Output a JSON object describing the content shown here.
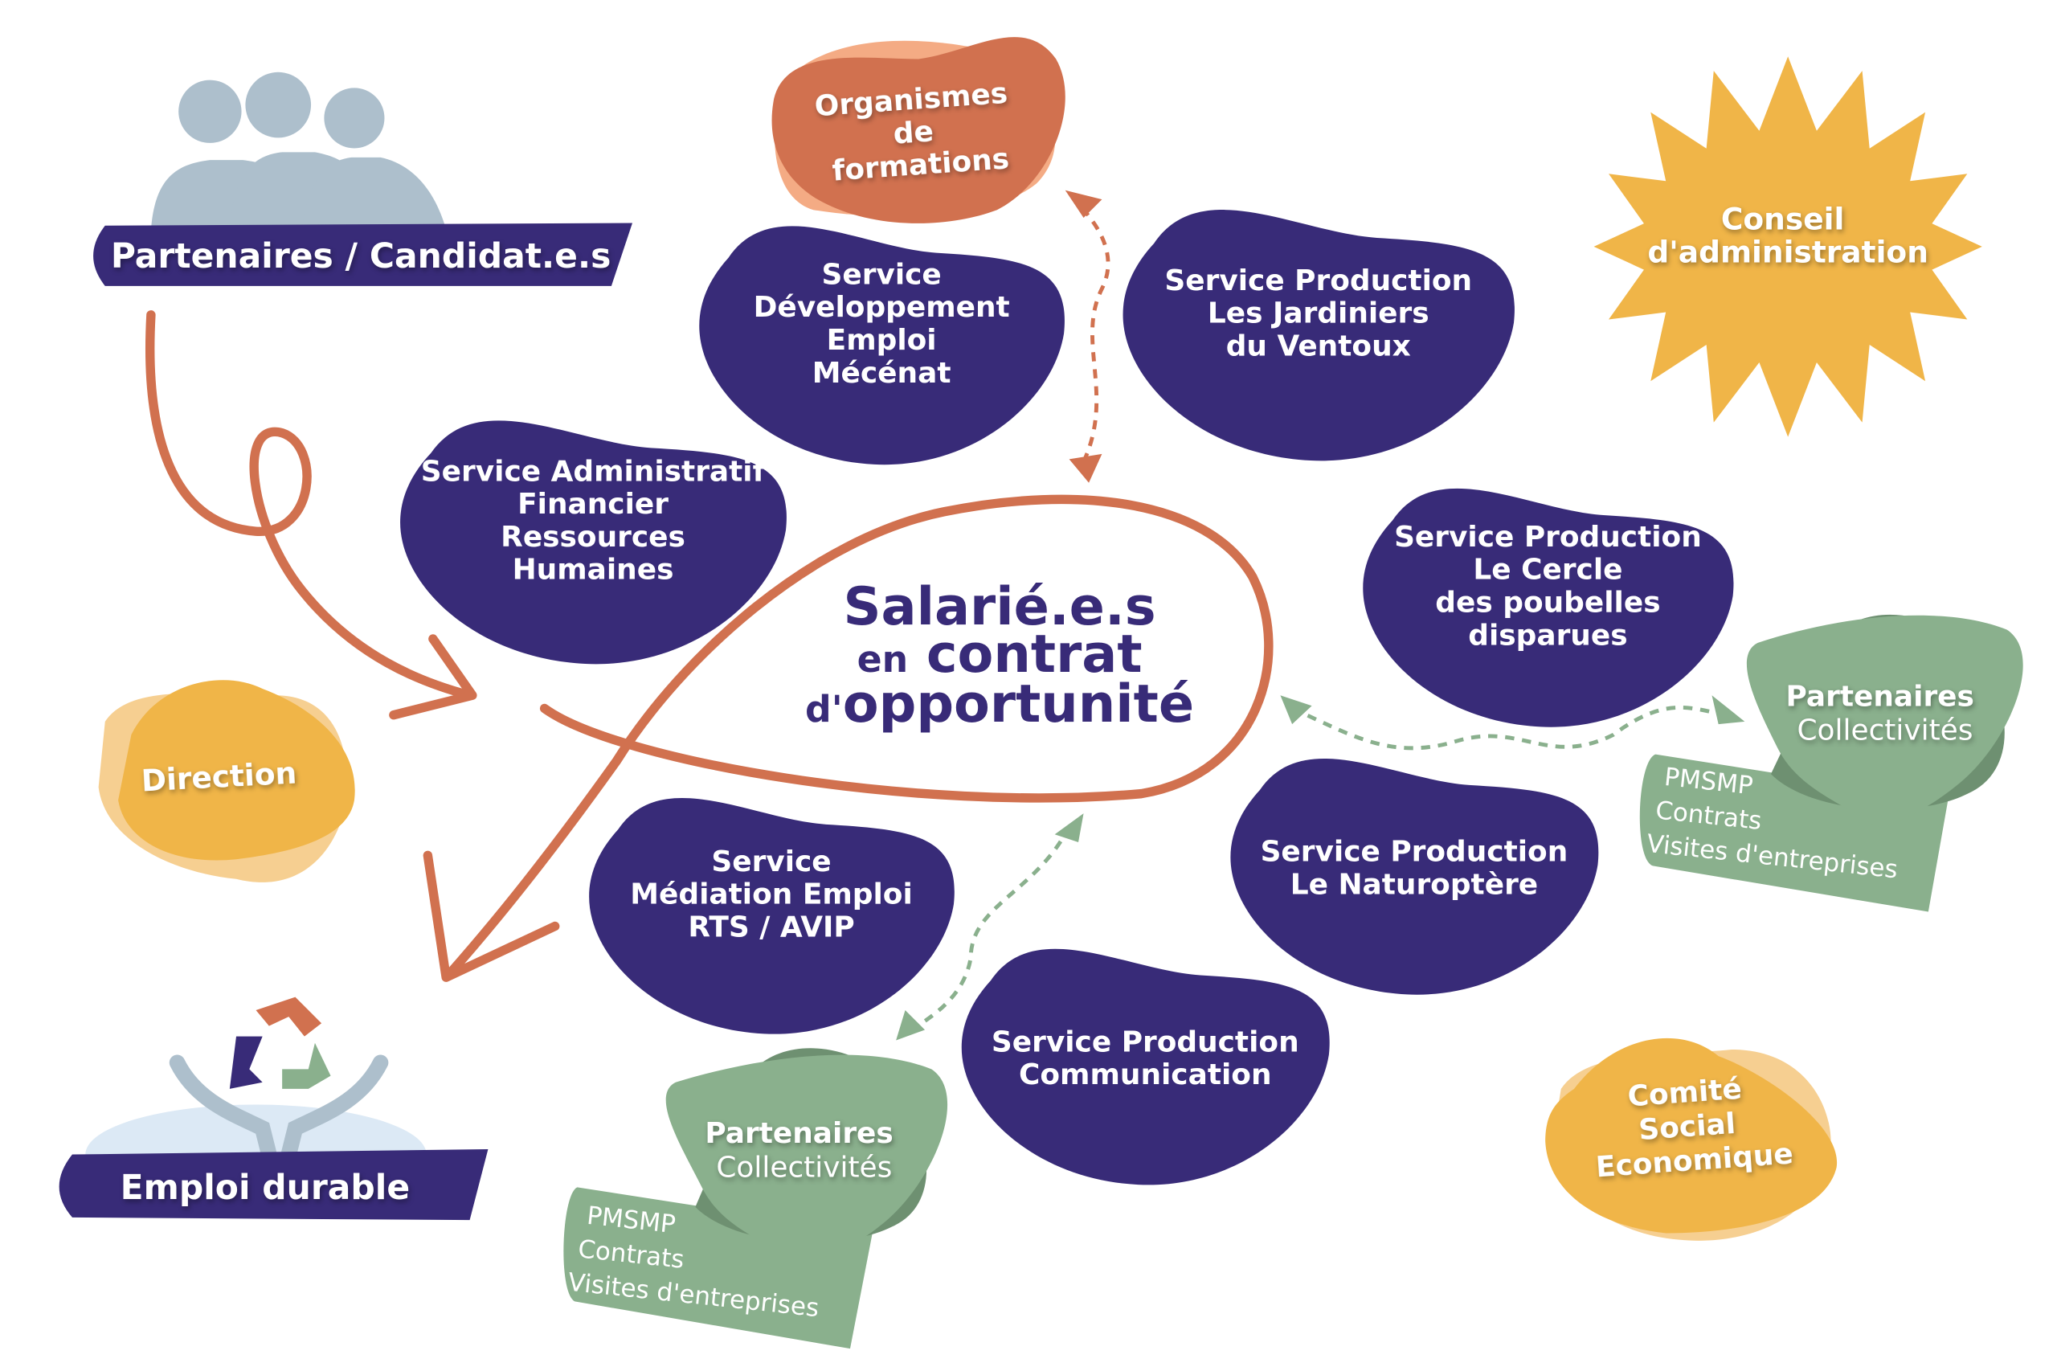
{
  "colors": {
    "navy": "#382b78",
    "orange": "#d1714f",
    "orange_light": "#f4ab84",
    "yellow": "#f0b548",
    "yellow_light": "#f6cf91",
    "green": "#8ab08d",
    "green_dark": "#6e9071",
    "gray": "#adbfcc"
  },
  "center": {
    "line1": "Salarié.e.s",
    "line2_small": "en",
    "line2": "contrat",
    "line3_small": "d'",
    "line3": "opportunité"
  },
  "partenaires_candidats": "Partenaires / Candidat.e.s",
  "emploi_durable": "Emploi durable",
  "organismes": [
    "Organismes",
    "de",
    "formations"
  ],
  "conseil": [
    "Conseil",
    "d'administration"
  ],
  "direction": "Direction",
  "comite": [
    "Comité",
    "Social",
    "Economique"
  ],
  "services": {
    "developpement": [
      "Service",
      "Développement",
      "Emploi",
      "Mécénat"
    ],
    "jardiniers": [
      "Service Production",
      "Les Jardiniers",
      "du Ventoux"
    ],
    "administratif": [
      "Service Administratif",
      "Financier",
      "Ressources",
      "Humaines"
    ],
    "cercle": [
      "Service Production",
      "Le Cercle",
      "des poubelles",
      "disparues"
    ],
    "naturoptere": [
      "Service Production",
      "Le Naturoptère"
    ],
    "mediation": [
      "Service",
      "Médiation Emploi",
      "RTS / AVIP"
    ],
    "communication": [
      "Service Production",
      "Communication"
    ]
  },
  "partenaires_right": {
    "title": [
      "Partenaires",
      "Collectivités"
    ],
    "items": [
      "PMSMP",
      "Contrats",
      "Visites d'entreprises"
    ]
  },
  "partenaires_bottom": {
    "title": [
      "Partenaires",
      "Collectivités"
    ],
    "items": [
      "PMSMP",
      "Contrats",
      "Visites d'entreprises"
    ]
  },
  "icons": [
    "people-silhouettes-icon",
    "recycle-icon",
    "hands-icon"
  ]
}
